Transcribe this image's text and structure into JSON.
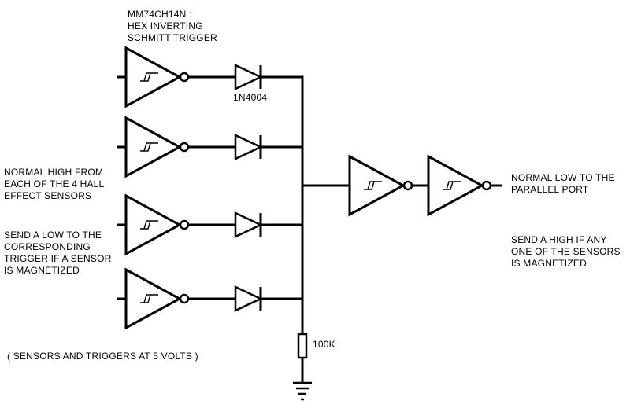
{
  "ic_label": [
    "MM74CH14N :",
    "HEX INVERTING",
    "SCHMITT TRIGGER"
  ],
  "diode_part": "1N4004",
  "resistor_value": "100K",
  "left_note_1": [
    "NORMAL HIGH FROM",
    "EACH OF THE 4 HALL",
    "EFFECT SENSORS"
  ],
  "left_note_2": [
    "SEND A LOW TO THE",
    "CORRESPONDING",
    "TRIGGER IF A SENSOR",
    "IS MAGNETIZED"
  ],
  "left_note_3": "( SENSORS AND TRIGGERS AT 5 VOLTS )",
  "right_note_1": [
    "NORMAL LOW TO THE",
    "PARALLEL PORT"
  ],
  "right_note_2": [
    "SEND A HIGH IF ANY",
    "ONE OF THE SENSORS",
    "IS MAGNETIZED"
  ],
  "components": {
    "input_inverters": 4,
    "output_inverters": 2,
    "diodes": 4,
    "resistors": 1,
    "grounds": 1
  },
  "colors": {
    "ink": "#000000",
    "background": "#ffffff"
  }
}
